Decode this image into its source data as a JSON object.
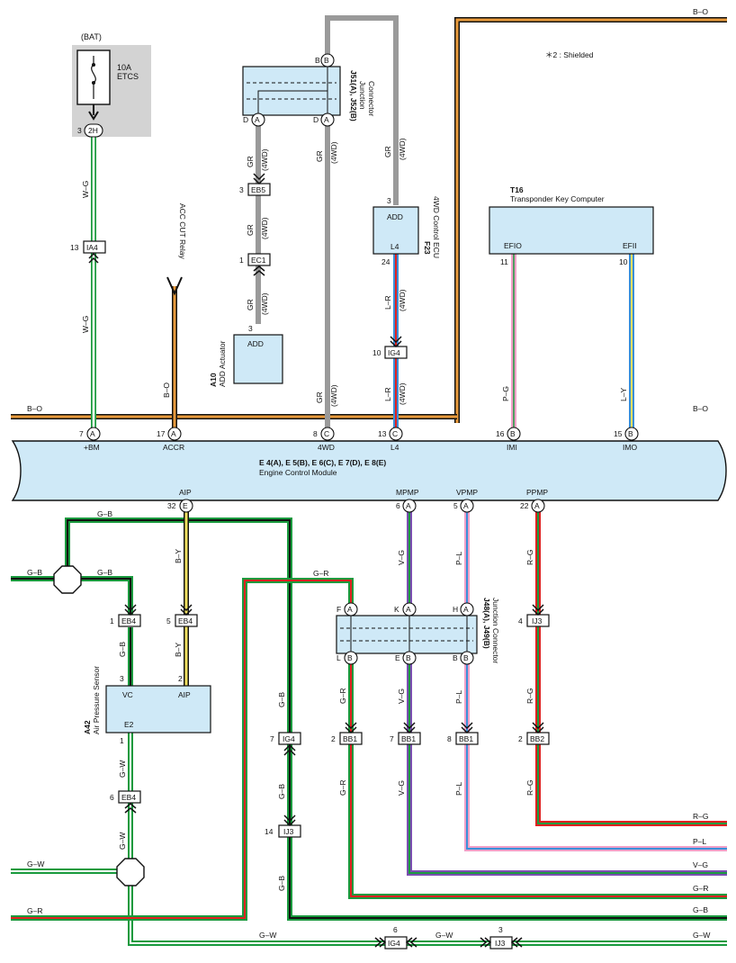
{
  "note": "＊2 : Shielded",
  "colors": {
    "ecm_fill": "#cfe9f7",
    "fuse_block": "#d3d3d3",
    "white": "#ffffff",
    "green": "#1a9a3e",
    "black": "#111111",
    "orange": "#e89a3c",
    "red": "#e02020",
    "blue": "#3a8fd8",
    "violet": "#7a4fb0",
    "pink": "#f0a0c8",
    "yellow": "#f0e060",
    "gray": "#9a9a9a"
  },
  "fuse": {
    "source": "(BAT)",
    "amp": "10A",
    "name": "ETCS",
    "pin": "3",
    "conn": "2H"
  },
  "ecm": {
    "title": "E 4(A), E 5(B), E 6(C), E 7(D), E 8(E)",
    "subtitle": "Engine Control Module",
    "top_pins": [
      {
        "num": "7",
        "letter": "A",
        "label": "+BM"
      },
      {
        "num": "17",
        "letter": "A",
        "label": "ACCR"
      },
      {
        "num": "8",
        "letter": "C",
        "label": "4WD"
      },
      {
        "num": "13",
        "letter": "C",
        "label": "L4"
      },
      {
        "num": "16",
        "letter": "B",
        "label": "IMI"
      },
      {
        "num": "15",
        "letter": "B",
        "label": "IMO"
      }
    ],
    "bottom_pins": [
      {
        "num": "32",
        "letter": "E",
        "label": "AIP"
      },
      {
        "num": "6",
        "letter": "A",
        "label": "MPMP"
      },
      {
        "num": "5",
        "letter": "A",
        "label": "VPMP"
      },
      {
        "num": "22",
        "letter": "A",
        "label": "PPMP"
      }
    ]
  },
  "junction_top": {
    "code": "J51(A), J52(B)",
    "name1": "Junction",
    "name2": "Connector",
    "pin_top": {
      "num": "B",
      "letter": "B"
    },
    "pin_left": {
      "num": "D",
      "letter": "A"
    },
    "pin_right": {
      "num": "D",
      "letter": "A"
    }
  },
  "ecu_4wd": {
    "code": "F23",
    "name": "4WD Control ECU",
    "term_top": "ADD",
    "term_bottom": "L4",
    "pin_top": "3",
    "pin_bottom": "24"
  },
  "add_actuator": {
    "code": "A10",
    "name": "ADD Actuator",
    "term": "ADD",
    "pin": "3"
  },
  "transponder": {
    "code": "T16",
    "name": "Transponder Key Computer",
    "term_left": "EFIO",
    "term_right": "EFII",
    "pin_left": "11",
    "pin_right": "10"
  },
  "acc_relay": "ACC CUT Relay",
  "air_sensor": {
    "code": "A42",
    "name": "Air Pressure Sensor",
    "term_vc": "VC",
    "term_aip": "AIP",
    "term_e2": "E2",
    "pin_vc": "3",
    "pin_aip": "2",
    "pin_e2": "1"
  },
  "junction_bottom": {
    "code": "J48(A), J49(B)",
    "name": "Junction Connector",
    "top_pins": [
      {
        "num": "F",
        "letter": "A"
      },
      {
        "num": "K",
        "letter": "A"
      },
      {
        "num": "H",
        "letter": "A"
      }
    ],
    "bottom_pins": [
      {
        "num": "L",
        "letter": "B"
      },
      {
        "num": "E",
        "letter": "B"
      },
      {
        "num": "B",
        "letter": "B"
      }
    ]
  },
  "connectors": {
    "ia4": {
      "pin": "13",
      "name": "IA4"
    },
    "eb5": {
      "pin": "3",
      "name": "EB5"
    },
    "ec1": {
      "pin": "1",
      "name": "EC1"
    },
    "ig4_top": {
      "pin": "10",
      "name": "IG4"
    },
    "eb4_a": {
      "pin": "1",
      "name": "EB4"
    },
    "eb4_b": {
      "pin": "5",
      "name": "EB4"
    },
    "eb4_c": {
      "pin": "6",
      "name": "EB4"
    },
    "ij3_r": {
      "pin": "4",
      "name": "IJ3"
    },
    "ig4_mid": {
      "pin": "7",
      "name": "IG4"
    },
    "ij3_mid": {
      "pin": "14",
      "name": "IJ3"
    },
    "bb1_a": {
      "pin": "2",
      "name": "BB1"
    },
    "bb1_b": {
      "pin": "7",
      "name": "BB1"
    },
    "bb1_c": {
      "pin": "8",
      "name": "BB1"
    },
    "bb2": {
      "pin": "2",
      "name": "BB2"
    },
    "ig4_bot": {
      "pin": "6",
      "name": "IG4"
    },
    "ij3_bot": {
      "pin": "3",
      "name": "IJ3"
    }
  },
  "wire_labels": {
    "bo_top": "B–O",
    "bo_left": "B–O",
    "wg": "W–G",
    "bo": "B–O",
    "gr": "GR",
    "fourwd": "(4WD)",
    "lr": "L–R",
    "pg": "P–G",
    "ly": "L–Y",
    "gb": "G–B",
    "by": "B–Y",
    "gr_dash": "G–R",
    "vg": "V–G",
    "pl": "P–L",
    "rg": "R–G",
    "gw": "G–W"
  }
}
